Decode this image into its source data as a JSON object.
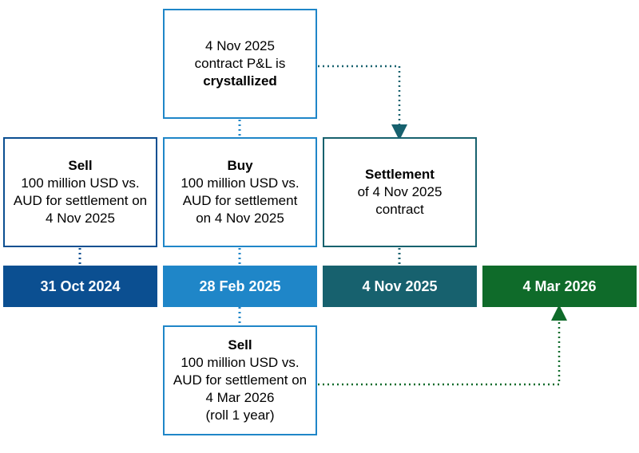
{
  "colors": {
    "navy": "#0b4f91",
    "blue": "#1f86c8",
    "teal": "#17616e",
    "green": "#0f6b2a"
  },
  "top_box": {
    "line1": "4 Nov 2025",
    "line2": "contract P&L is",
    "line3": "crystallized"
  },
  "box_sell_2024": {
    "head": "Sell",
    "line1": "100 million USD vs.",
    "line2": "AUD for settlement on",
    "line3": "4 Nov 2025"
  },
  "box_buy_2025": {
    "head": "Buy",
    "line1": "100 million USD vs.",
    "line2": "AUD for settlement",
    "line3": "on 4 Nov 2025"
  },
  "box_settlement": {
    "head": "Settlement",
    "line1": "of 4 Nov 2025",
    "line2": "contract"
  },
  "box_sell_roll": {
    "head": "Sell",
    "line1": "100 million USD vs.",
    "line2": "AUD for settlement on",
    "line3": "4 Mar 2026",
    "line4": "(roll 1 year)"
  },
  "dates": [
    "31 Oct 2024",
    "28 Feb 2025",
    "4 Nov 2025",
    "4 Mar 2026"
  ]
}
